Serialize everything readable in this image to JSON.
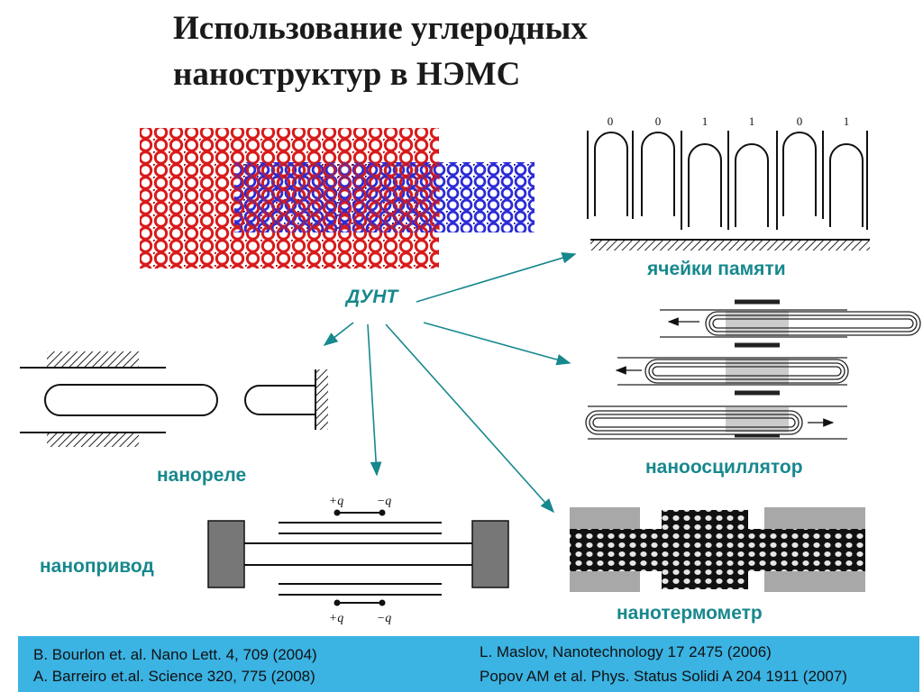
{
  "slide": {
    "title_line1": "Использование углеродных",
    "title_line2": "наноструктур в НЭМС"
  },
  "labels": {
    "center": "ДУНТ",
    "memory_cells": "ячейки памяти",
    "nanooscillator": "наноосциллятор",
    "nanorelay": "нанореле",
    "nanoactuator": "нанопривод",
    "nanothermometer": "нанотермометр"
  },
  "memory_bits": [
    "0",
    "0",
    "1",
    "1",
    "0",
    "1"
  ],
  "actuator": {
    "top_plus": "+q",
    "top_minus": "−q",
    "bottom_plus": "+q",
    "bottom_minus": "−q"
  },
  "references": {
    "left": [
      "B. Bourlon et. al. Nano Lett. 4, 709 (2004)",
      "A. Barreiro et.al. Science 320, 775 (2008)"
    ],
    "right": [
      "L. Maslov, Nanotechnology 17 2475 (2006)",
      "Popov AM et al. Phys. Status Solidi A 204 1911 (2007)"
    ]
  },
  "colors": {
    "accent_teal": "#17888d",
    "outer_tube_red": "#d81b1b",
    "inner_tube_blue": "#2b2bd6",
    "footer_blue": "#3bb3e3"
  }
}
